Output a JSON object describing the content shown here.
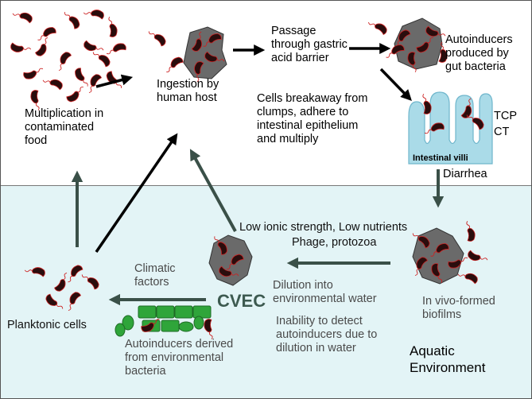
{
  "labels": {
    "multiplication": "Multiplication in\ncontaminated\nfood",
    "ingestion": "Ingestion by\nhuman host",
    "passage": "Passage\nthrough gastric\nacid barrier",
    "autoinducers_gut": "Autoinducers\nproduced by\ngut bacteria",
    "breakaway": "Cells breakaway from\nclumps, adhere to\nintestinal epithelium\nand multiply",
    "tcp": "TCP",
    "ct": "CT",
    "intestinal_villi": "Intestinal villi",
    "diarrhea": "Diarrhea",
    "low_ionic": "Low ionic strength, Low nutrients",
    "phage": "Phage, protozoa",
    "in_vivo": "In vivo-formed\nbiofilms",
    "dilution": "Dilution into\nenvironmental water",
    "inability": "Inability to detect\nautoinducers due to\ndilution in water",
    "climatic": "Climatic\nfactors",
    "cvec": "CVEC",
    "planktonic": "Planktonic  cells",
    "autoinducers_env": "Autoinducers  derived\nfrom environmental\nbacteria",
    "aquatic_env": "Aquatic\nEnvironment"
  },
  "colors": {
    "bacterium_fill": "#2a0d0d",
    "flagellum": "#cc2222",
    "clump_fill": "#6a6a6a",
    "arrow_dark": "#000000",
    "arrow_env": "#3a5048",
    "green_cells": "#2fa53a",
    "villi_fill": "#aadbe8",
    "aquatic_bg": "#e3f4f6"
  }
}
